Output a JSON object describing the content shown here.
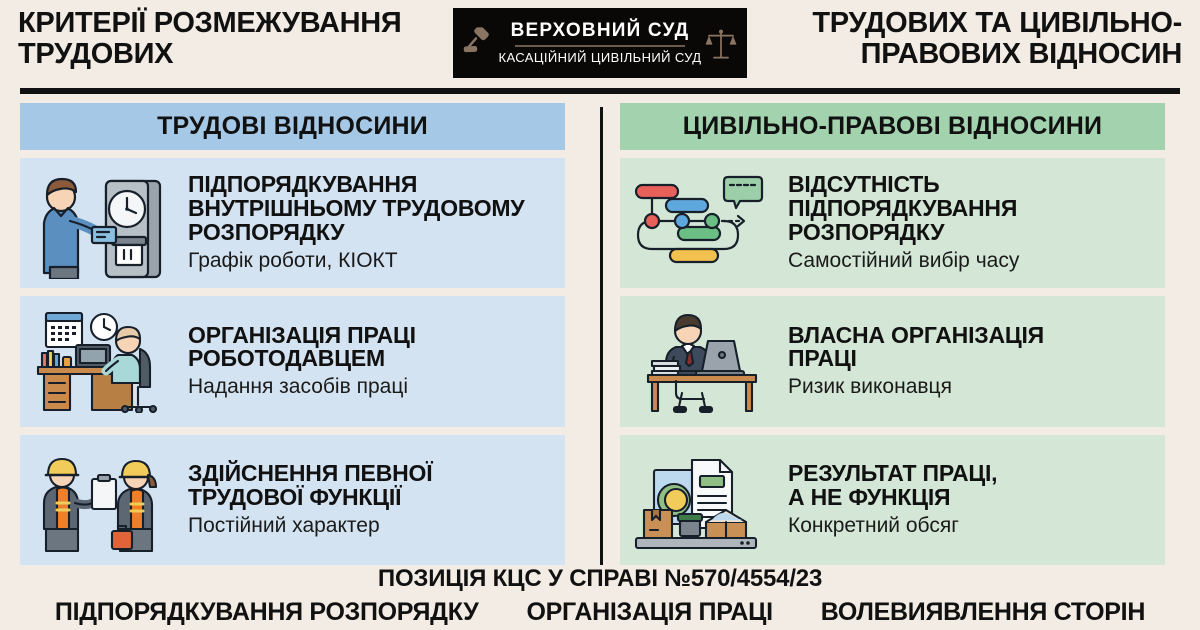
{
  "header": {
    "title_left": "КРИТЕРІЇ РОЗМЕЖУВАННЯ\nТРУДОВИХ",
    "title_right": "ТРУДОВИХ ТА ЦИВІЛЬНО-\nПРАВОВИХ ВІДНОСИН",
    "logo": {
      "top": "ВЕРХОВНИЙ СУД",
      "bottom": "КАСАЦІЙНИЙ ЦИВІЛЬНИЙ СУД",
      "left_icon": "gavel-icon",
      "right_icon": "scales-of-justice-icon"
    }
  },
  "columns": [
    {
      "key": "labour",
      "heading": "ТРУДОВІ ВІДНОСИНИ",
      "header_color": "#a4c8e6",
      "card_color": "#d4e3f1",
      "cards": [
        {
          "icon": "time-clock-punch-icon",
          "title": "ПІДПОРЯДКУВАННЯ\nВНУТРІШНЬОМУ ТРУДОВОМУ\nРОЗПОРЯДКУ",
          "subtitle": "Графік роботи, КІОКТ"
        },
        {
          "icon": "office-desk-worker-icon",
          "title": "ОРГАНІЗАЦІЯ ПРАЦІ\nРОБОТОДАВЦЕМ",
          "subtitle": "Надання засобів праці"
        },
        {
          "icon": "two-workers-hardhats-icon",
          "title": "ЗДІЙСНЕННЯ ПЕВНОЇ\nТРУДОВОЇ ФУНКЦІЇ",
          "subtitle": "Постійний характер"
        }
      ]
    },
    {
      "key": "civil",
      "heading": "ЦИВІЛЬНО-ПРАВОВІ ВІДНОСИНИ",
      "header_color": "#a2d2ae",
      "card_color": "#d4e7d6",
      "cards": [
        {
          "icon": "flexible-timeline-gantt-icon",
          "title": "ВІДСУТНІСТЬ\nПІДПОРЯДКУВАННЯ\nРОЗПОРЯДКУ",
          "subtitle": "Самостійний вибір часу"
        },
        {
          "icon": "freelancer-laptop-desk-icon",
          "title": "ВЛАСНА ОРГАНІЗАЦІЯ\nПРАЦІ",
          "subtitle": "Ризик виконавця"
        },
        {
          "icon": "delivered-goods-contract-icon",
          "title": "РЕЗУЛЬТАТ ПРАЦІ,\nА НЕ ФУНКЦІЯ",
          "subtitle": "Конкретний обсяг"
        }
      ]
    }
  ],
  "footer": {
    "title": "ПОЗИЦІЯ КЦС У СПРАВІ №570/4554/23",
    "items": [
      "ПІДПОРЯДКУВАННЯ РОЗПОРЯДКУ",
      "ОРГАНІЗАЦІЯ ПРАЦІ",
      "ВОЛЕВИЯВЛЕННЯ СТОРІН"
    ]
  },
  "colors": {
    "page_background": "#f2ece4",
    "ink": "#111111",
    "logo_background": "#0a0807",
    "blue_header": "#a4c8e6",
    "blue_card": "#d4e3f1",
    "green_header": "#a2d2ae",
    "green_card": "#d4e7d6"
  }
}
